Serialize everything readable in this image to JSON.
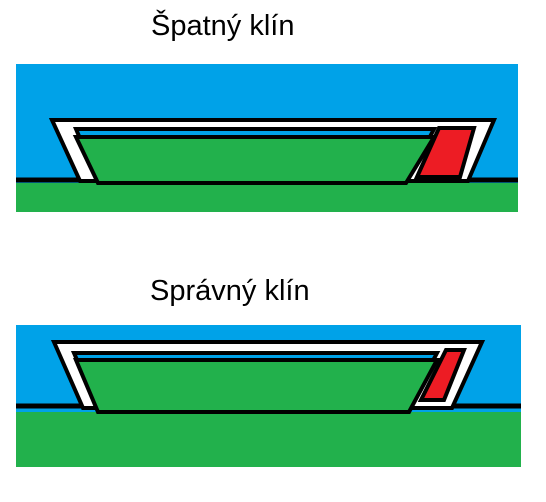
{
  "diagrams": [
    {
      "caption": "Špatný klín",
      "variant": "wrong",
      "wedge": "narrow-vertical"
    },
    {
      "caption": "Správný klín",
      "variant": "correct",
      "wedge": "tapered"
    }
  ],
  "colors": {
    "water": "#00a2e8",
    "ground": "#22b14c",
    "wedge": "#ed1c24",
    "outline": "#000000",
    "gap": "#ffffff"
  }
}
